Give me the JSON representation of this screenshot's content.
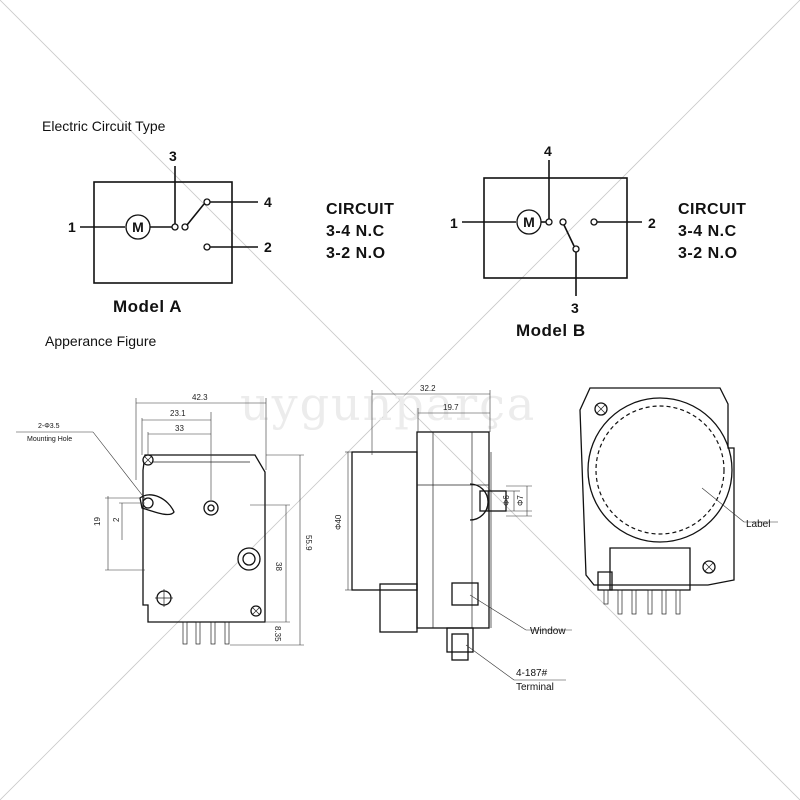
{
  "sections": {
    "circuit_title": "Electric Circuit Type",
    "appearance_title": "Apperance Figure"
  },
  "model_a": {
    "label": "Model A",
    "motor": "M",
    "pins": {
      "p1": "1",
      "p2": "2",
      "p3": "3",
      "p4": "4"
    },
    "circuit": [
      "CIRCUIT",
      "3-4 N.C",
      "3-2 N.O"
    ]
  },
  "model_b": {
    "label": "Model B",
    "motor": "M",
    "pins": {
      "p1": "1",
      "p2": "2",
      "p3": "3",
      "p4": "4"
    },
    "circuit": [
      "CIRCUIT",
      "3-4 N.C",
      "3-2 N.O"
    ]
  },
  "front_view": {
    "dimensions": {
      "width_overall": "42.3",
      "hole_offset": "23.1",
      "inner_width": "33",
      "height_overall": "55.9",
      "height_mid": "38",
      "hole_height": "19",
      "hole_step": "2",
      "terminal_length": "8.35"
    },
    "mounting_hole": [
      "2-Φ3.5",
      "Mounting Hole"
    ]
  },
  "side_view": {
    "dimensions": {
      "depth_overall": "32.2",
      "depth_body": "19.7",
      "dial_diameter": "Φ40",
      "shaft_inner": "Φ6",
      "shaft_outer": "Φ7"
    },
    "callouts": {
      "window": "Window",
      "terminal": [
        "4-187#",
        "Terminal"
      ]
    }
  },
  "back_view": {
    "callouts": {
      "label": "Label"
    }
  },
  "watermark": "uygunparça"
}
